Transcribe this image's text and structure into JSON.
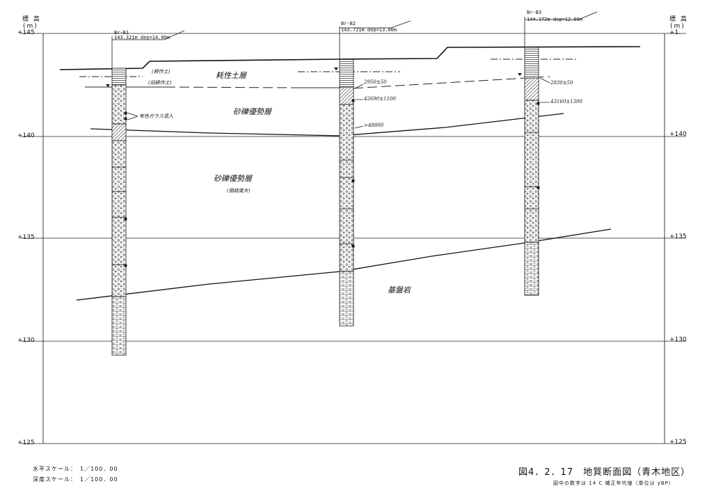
{
  "axis": {
    "left_title": "標 高",
    "left_unit": "(m)",
    "right_title": "標 高",
    "right_unit": "(m)",
    "left_ticks": [
      "+145",
      "+140",
      "+135",
      "+130",
      "+125"
    ],
    "right_ticks": [
      "+1.",
      "+140",
      "+135",
      "+130",
      "+125"
    ]
  },
  "boreholes": [
    {
      "name": "Br-B1",
      "info": "143.321m dep=14.00m",
      "elevation": 143.321,
      "depth": 14.0
    },
    {
      "name": "Br-B2",
      "info": "143.721m dep=13.00m",
      "elevation": 143.721,
      "depth": 13.0
    },
    {
      "name": "Br-B3",
      "info": "144.172m dep=12.00m",
      "elevation": 144.172,
      "depth": 12.0
    }
  ],
  "layers": {
    "fill_upper": "(耕作土)",
    "fill_lower": "(旧耕作土)",
    "soil": "耗性土層",
    "gravel_upper": "砂礫優勢層",
    "gravel_lower": "砂礫優勢層",
    "gravel_lower_note": "(固結度大)",
    "bedrock": "基盤岩"
  },
  "annotations": {
    "glass": "有色ガラス混入",
    "c14_b2_a": "2950±50",
    "c14_b2_b": "42690±1100",
    "c14_b2_c": ">48800",
    "c14_b3_a": "2830±50",
    "c14_b3_b": "43160±1300"
  },
  "scale": {
    "horizontal": "水平スケール：　1／100．00",
    "vertical": "深度スケール：　1／100．00"
  },
  "caption": {
    "title": "図4．2．17　地質断面図（青木地区）",
    "note": "図中の数字は 14 C 補正年代値（単位は yBP）"
  }
}
